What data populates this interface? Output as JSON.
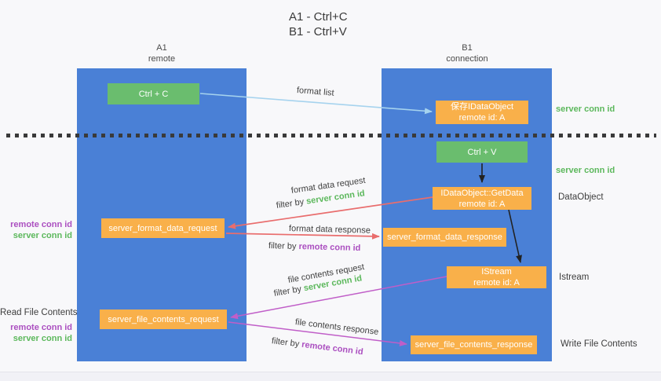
{
  "title": {
    "line1": "A1 - Ctrl+C",
    "line2": "B1 - Ctrl+V"
  },
  "columns": {
    "a1": {
      "name": "A1",
      "role": "remote"
    },
    "b1": {
      "name": "B1",
      "role": "connection"
    }
  },
  "nodes": {
    "ctrl_c": {
      "label": "Ctrl + C"
    },
    "ctrl_v": {
      "label": "Ctrl + V"
    },
    "save_dataobject": {
      "line1": "保存IDataObject",
      "line2": "remote id: A"
    },
    "getdata": {
      "line1": "IDataObject::GetData",
      "line2": "remote id: A"
    },
    "istream": {
      "line1": "IStream",
      "line2": "remote id: A"
    },
    "format_request": {
      "label": "server_format_data_request"
    },
    "format_response": {
      "label": "server_format_data_response"
    },
    "file_request": {
      "label": "server_file_contents_request"
    },
    "file_response": {
      "label": "server_file_contents_response"
    }
  },
  "arrow_labels": {
    "format_list": "format list",
    "format_data_request": "format data request",
    "format_data_response": "format data response",
    "file_contents_request": "file contents request",
    "file_contents_response": "file contents response",
    "filter_by": "filter by",
    "server_conn_id": "server conn id",
    "remote_conn_id": "remote conn id"
  },
  "annotations": {
    "right": {
      "server_conn_id_top": "server conn id",
      "server_conn_id_mid": "server conn id",
      "dataobject": "DataObject",
      "istream": "Istream",
      "write_file_contents": "Write File Contents"
    },
    "left": {
      "remote_conn_id_top": "remote conn id",
      "server_conn_id_top": "server conn id",
      "read_file_contents": "Read File Contents",
      "remote_conn_id_bottom": "remote conn id",
      "server_conn_id_bottom": "server conn id"
    }
  },
  "colors": {
    "lifeline_blue": "#4a80d6",
    "action_green": "#6abd6e",
    "node_orange": "#f9b04a",
    "format_list_arrow": "#a6d3ee",
    "format_data_arrow": "#e96d6d",
    "file_contents_arrow": "#c05ec8",
    "black_arrow": "#222222",
    "server_conn_id_text": "#5cb85c",
    "remote_conn_id_text": "#ab4fc0"
  }
}
